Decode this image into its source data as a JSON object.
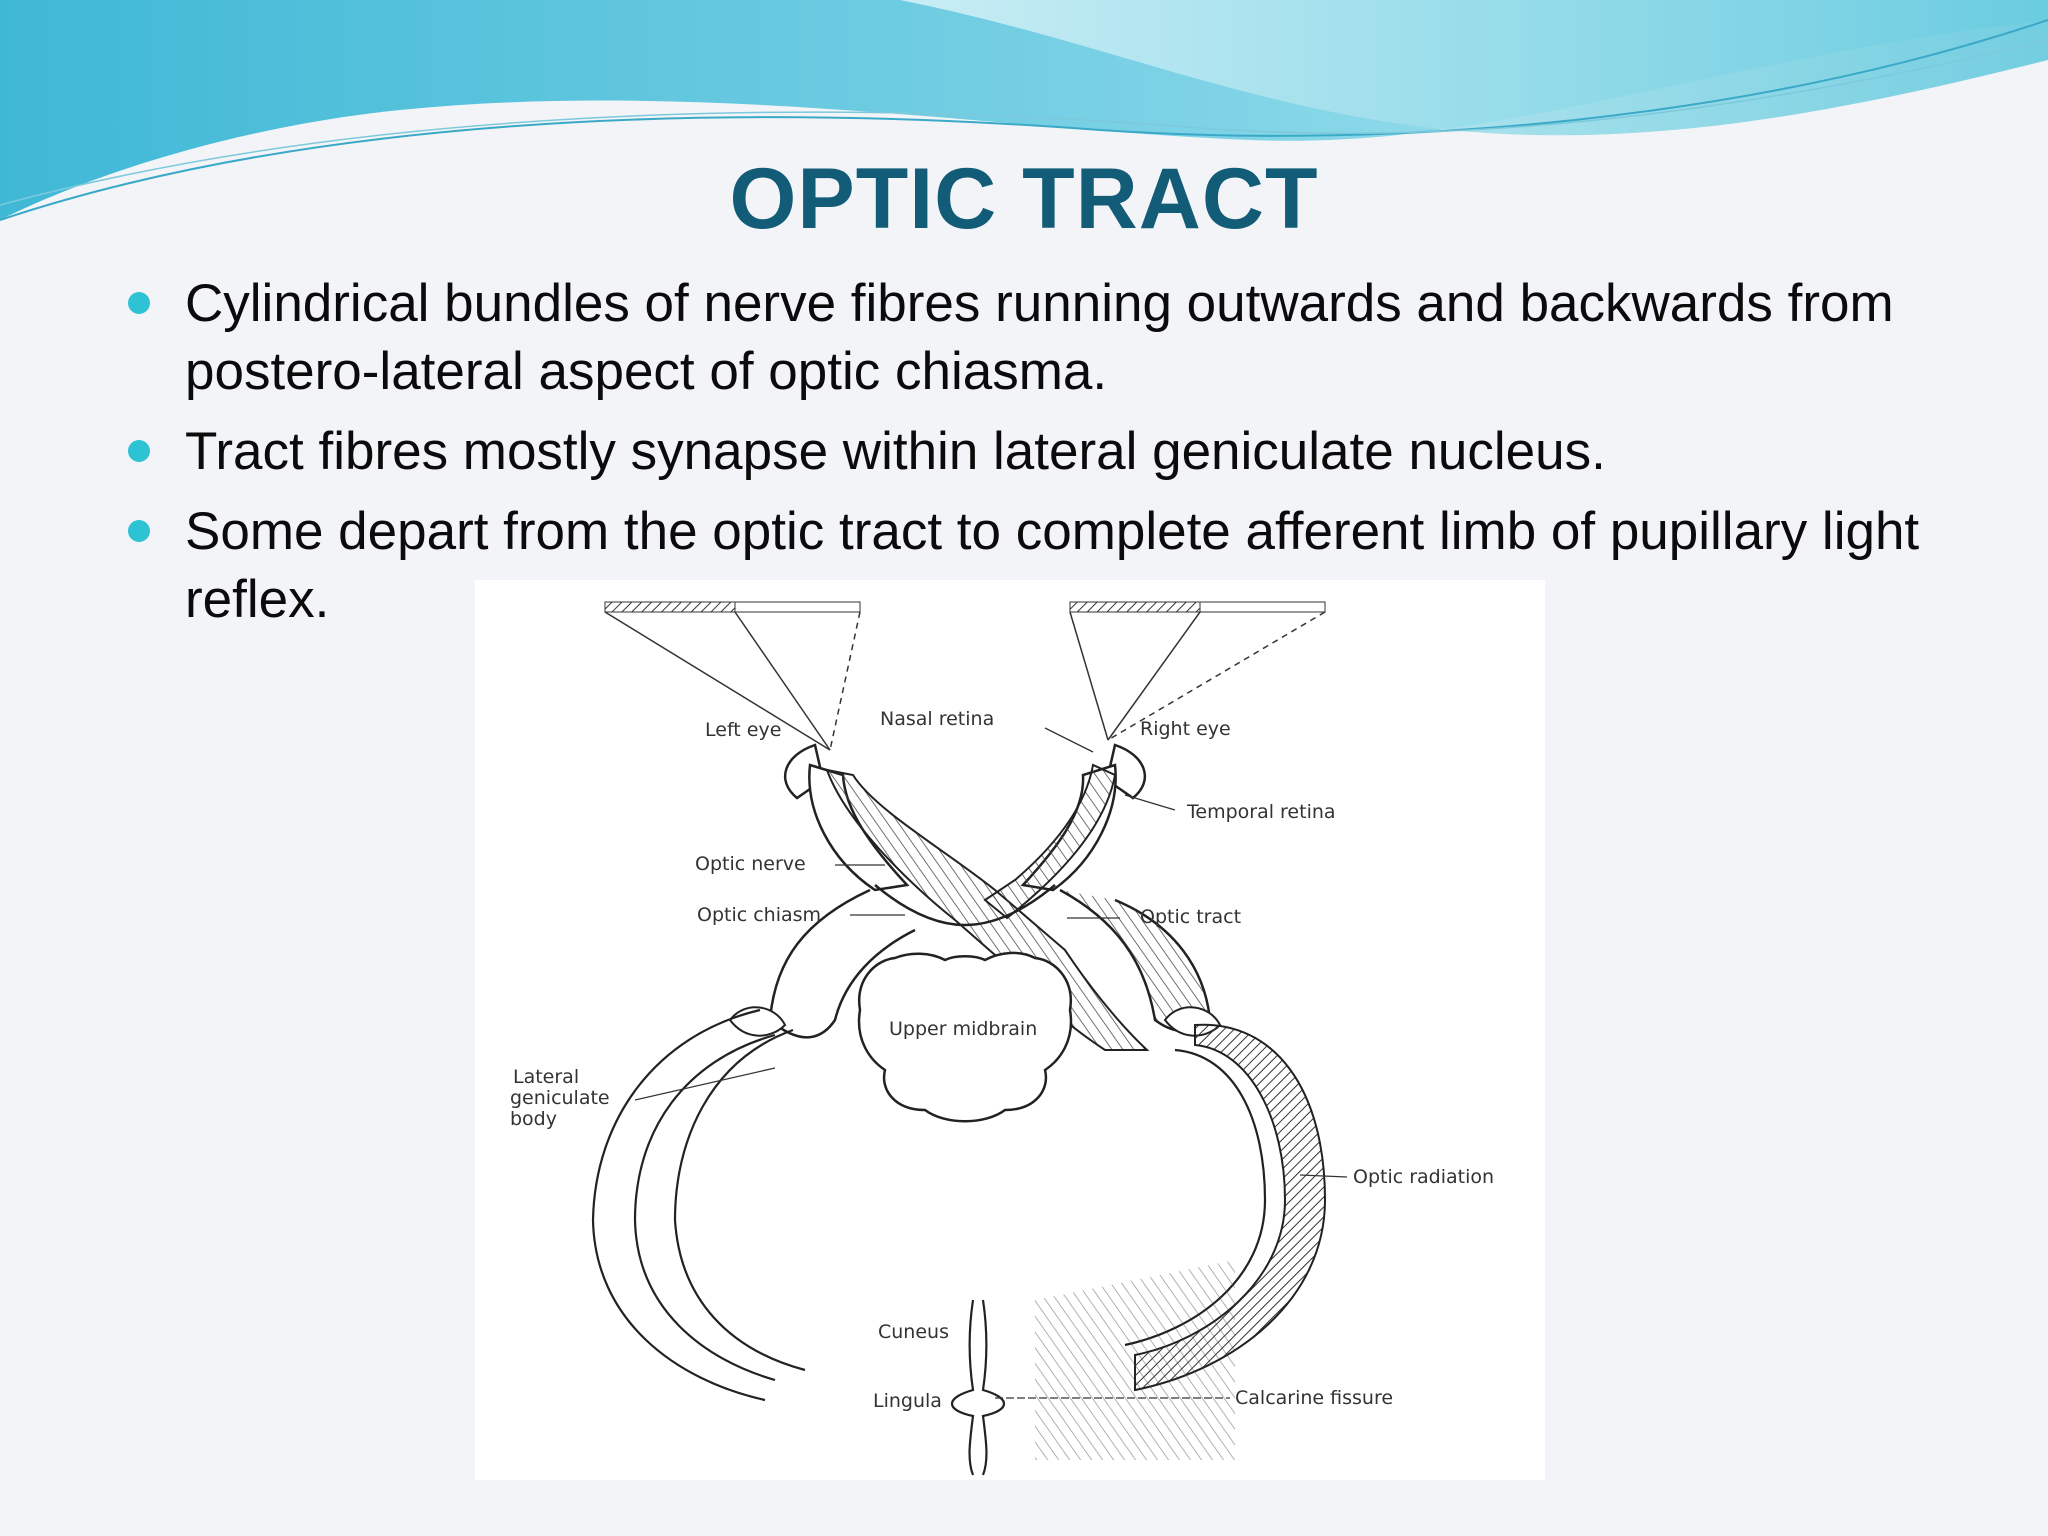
{
  "slide": {
    "title": "OPTIC TRACT",
    "bullets": [
      "Cylindrical bundles of nerve fibres running outwards and backwards from postero-lateral aspect of optic chiasma.",
      "Tract fibres mostly synapse within lateral geniculate nucleus.",
      "Some depart from the optic tract to complete afferent limb of pupillary light reflex."
    ]
  },
  "diagram": {
    "labels": {
      "left_eye": "Left eye",
      "nasal_retina": "Nasal retina",
      "right_eye": "Right eye",
      "temporal_retina": "Temporal retina",
      "optic_nerve": "Optic nerve",
      "optic_chiasm": "Optic chiasm",
      "optic_tract": "Optic tract",
      "upper_midbrain": "Upper midbrain",
      "lateral_geniculate_1": "Lateral",
      "lateral_geniculate_2": "geniculate",
      "lateral_geniculate_3": "body",
      "optic_radiation": "Optic radiation",
      "cuneus": "Cuneus",
      "calcarine_fissure": "Calcarine fissure",
      "lingula": "Lingula"
    }
  },
  "colors": {
    "title": "#135c78",
    "bullet": "#2ec3d4",
    "wave_dark": "#3fb8d6",
    "wave_light": "#a9e6f0"
  }
}
